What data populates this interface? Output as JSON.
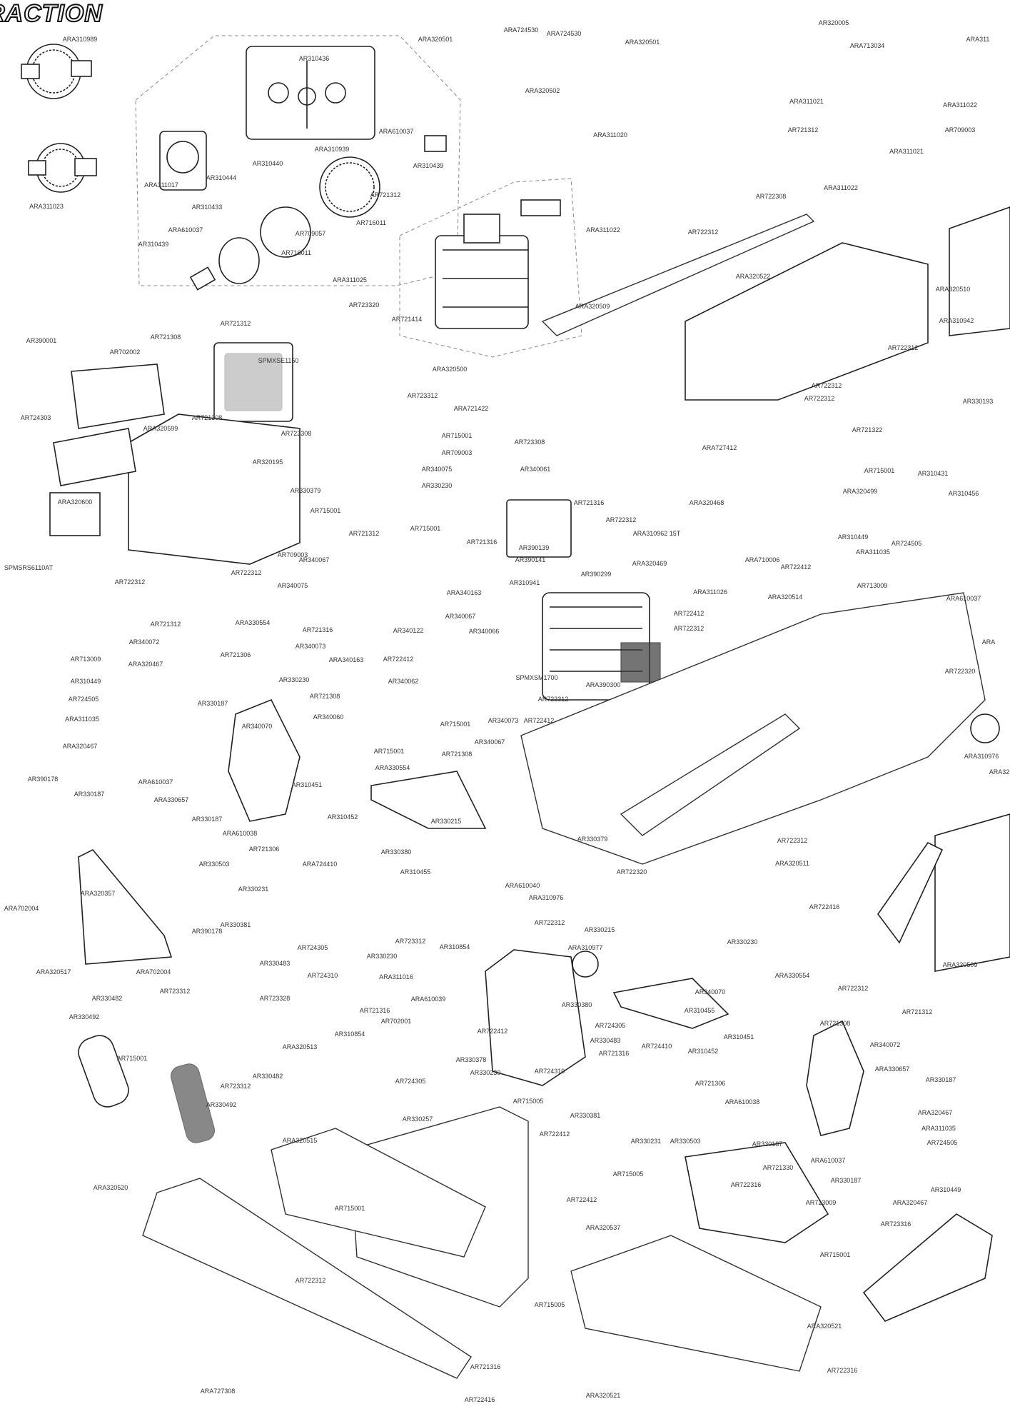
{
  "brand": {
    "text": "RACTION"
  },
  "callouts": [
    {
      "id": "c01",
      "text": "ARA310989"
    },
    {
      "id": "c02",
      "text": "ARA311023"
    },
    {
      "id": "c03",
      "text": "AR310436"
    },
    {
      "id": "c04",
      "text": "ARA311017"
    },
    {
      "id": "c05",
      "text": "ARA310939"
    },
    {
      "id": "c06",
      "text": "ARA610037"
    },
    {
      "id": "c07",
      "text": "AR310439"
    },
    {
      "id": "c08",
      "text": "AR310440"
    },
    {
      "id": "c09",
      "text": "AR310444"
    },
    {
      "id": "c10",
      "text": "AR310433"
    },
    {
      "id": "c11",
      "text": "ARA610037"
    },
    {
      "id": "c12",
      "text": "AR310439"
    },
    {
      "id": "c13",
      "text": "AR721312"
    },
    {
      "id": "c14",
      "text": "AR709057"
    },
    {
      "id": "c15",
      "text": "AR716011"
    },
    {
      "id": "c16",
      "text": "AR716011"
    },
    {
      "id": "c17",
      "text": "ARA320501"
    },
    {
      "id": "c18",
      "text": "ARA724530"
    },
    {
      "id": "c19",
      "text": "ARA724530"
    },
    {
      "id": "c20",
      "text": "ARA320501"
    },
    {
      "id": "c21",
      "text": "ARA320502"
    },
    {
      "id": "c22",
      "text": "AR320005"
    },
    {
      "id": "c23",
      "text": "ARA713034"
    },
    {
      "id": "c24",
      "text": "ARA311"
    },
    {
      "id": "c25",
      "text": "ARA311022"
    },
    {
      "id": "c26",
      "text": "AR709003"
    },
    {
      "id": "c27",
      "text": "ARA311021"
    },
    {
      "id": "c28",
      "text": "AR721312"
    },
    {
      "id": "c29",
      "text": "ARA311021"
    },
    {
      "id": "c30",
      "text": "ARA311020"
    },
    {
      "id": "c31",
      "text": "ARA311022"
    },
    {
      "id": "c32",
      "text": "AR722308"
    },
    {
      "id": "c33",
      "text": "ARA311022"
    },
    {
      "id": "c34",
      "text": "ARA311025"
    },
    {
      "id": "c35",
      "text": "AR722312"
    },
    {
      "id": "c36",
      "text": "ARA320522"
    },
    {
      "id": "c37",
      "text": "ARA320510"
    },
    {
      "id": "c38",
      "text": "ARA310942"
    },
    {
      "id": "c39",
      "text": "AR722312"
    },
    {
      "id": "c40",
      "text": "AR390001"
    },
    {
      "id": "c41",
      "text": "AR721308"
    },
    {
      "id": "c42",
      "text": "AR721312"
    },
    {
      "id": "c43",
      "text": "AR702002"
    },
    {
      "id": "c44",
      "text": "SPMXSE1150"
    },
    {
      "id": "c45",
      "text": "AR723320"
    },
    {
      "id": "c46",
      "text": "AR721414"
    },
    {
      "id": "c47",
      "text": "ARA320500"
    },
    {
      "id": "c48",
      "text": "ARA320509"
    },
    {
      "id": "c49",
      "text": "AR724303"
    },
    {
      "id": "c50",
      "text": "ARA320599"
    },
    {
      "id": "c51",
      "text": "AR723312"
    },
    {
      "id": "c52",
      "text": "ARA721422"
    },
    {
      "id": "c53",
      "text": "AR722312"
    },
    {
      "id": "c54",
      "text": "AR722312"
    },
    {
      "id": "c55",
      "text": "AR721308"
    },
    {
      "id": "c56",
      "text": "AR722308"
    },
    {
      "id": "c57",
      "text": "AR320195"
    },
    {
      "id": "c58",
      "text": "AR715001"
    },
    {
      "id": "c59",
      "text": "AR723308"
    },
    {
      "id": "c60",
      "text": "AR709003"
    },
    {
      "id": "c61",
      "text": "AR340075"
    },
    {
      "id": "c62",
      "text": "AR340061"
    },
    {
      "id": "c63",
      "text": "ARA727412"
    },
    {
      "id": "c64",
      "text": "AR721322"
    },
    {
      "id": "c65",
      "text": "AR330193"
    },
    {
      "id": "c66",
      "text": "AR715001"
    },
    {
      "id": "c67",
      "text": "AR310431"
    },
    {
      "id": "c68",
      "text": "ARA320600"
    },
    {
      "id": "c69",
      "text": "AR330379"
    },
    {
      "id": "c70",
      "text": "AR330230"
    },
    {
      "id": "c71",
      "text": "AR721316"
    },
    {
      "id": "c72",
      "text": "ARA320468"
    },
    {
      "id": "c73",
      "text": "ARA320499"
    },
    {
      "id": "c74",
      "text": "AR310456"
    },
    {
      "id": "c75",
      "text": "AR715001"
    },
    {
      "id": "c76",
      "text": "AR715001"
    },
    {
      "id": "c77",
      "text": "AR721312"
    },
    {
      "id": "c78",
      "text": "AR721316"
    },
    {
      "id": "c79",
      "text": "AR722312"
    },
    {
      "id": "c80",
      "text": "ARA310962 15T"
    },
    {
      "id": "c81",
      "text": "AR310449"
    },
    {
      "id": "c82",
      "text": "ARA311035"
    },
    {
      "id": "c83",
      "text": "SPMSRS6110AT"
    },
    {
      "id": "c84",
      "text": "AR722312"
    },
    {
      "id": "c85",
      "text": "AR722312"
    },
    {
      "id": "c86",
      "text": "AR709003"
    },
    {
      "id": "c87",
      "text": "AR340067"
    },
    {
      "id": "c88",
      "text": "AR390139"
    },
    {
      "id": "c89",
      "text": "AR390141"
    },
    {
      "id": "c90",
      "text": "AR390299"
    },
    {
      "id": "c91",
      "text": "ARA320469"
    },
    {
      "id": "c92",
      "text": "ARA710006"
    },
    {
      "id": "c93",
      "text": "AR722412"
    },
    {
      "id": "c94",
      "text": "AR724505"
    },
    {
      "id": "c95",
      "text": "AR713009"
    },
    {
      "id": "c96",
      "text": "ARA610037"
    },
    {
      "id": "c97",
      "text": "AR340075"
    },
    {
      "id": "c98",
      "text": "ARA340163"
    },
    {
      "id": "c99",
      "text": "AR310941"
    },
    {
      "id": "c100",
      "text": "ARA311026"
    },
    {
      "id": "c101",
      "text": "ARA320514"
    },
    {
      "id": "c102",
      "text": "AR722412"
    },
    {
      "id": "c103",
      "text": "AR722312"
    },
    {
      "id": "c104",
      "text": "AR721312"
    },
    {
      "id": "c105",
      "text": "ARA330554"
    },
    {
      "id": "c106",
      "text": "AR340067"
    },
    {
      "id": "c107",
      "text": "AR340072"
    },
    {
      "id": "c108",
      "text": "AR721316"
    },
    {
      "id": "c109",
      "text": "AR340073"
    },
    {
      "id": "c110",
      "text": "AR340122"
    },
    {
      "id": "c111",
      "text": "AR340066"
    },
    {
      "id": "c112",
      "text": "ARA"
    },
    {
      "id": "c113",
      "text": "AR713009"
    },
    {
      "id": "c114",
      "text": "ARA320467"
    },
    {
      "id": "c115",
      "text": "AR721306"
    },
    {
      "id": "c116",
      "text": "ARA340163"
    },
    {
      "id": "c117",
      "text": "AR722412"
    },
    {
      "id": "c118",
      "text": "SPMXSM1700"
    },
    {
      "id": "c119",
      "text": "ARA390300"
    },
    {
      "id": "c120",
      "text": "AR722320"
    },
    {
      "id": "c121",
      "text": "AR310449"
    },
    {
      "id": "c122",
      "text": "AR330230"
    },
    {
      "id": "c123",
      "text": "AR721308"
    },
    {
      "id": "c124",
      "text": "AR340062"
    },
    {
      "id": "c125",
      "text": "AR722312"
    },
    {
      "id": "c126",
      "text": "AR724505"
    },
    {
      "id": "c127",
      "text": "AR330187"
    },
    {
      "id": "c128",
      "text": "AR340060"
    },
    {
      "id": "c129",
      "text": "AR715001"
    },
    {
      "id": "c130",
      "text": "AR340073"
    },
    {
      "id": "c131",
      "text": "AR722412"
    },
    {
      "id": "c132",
      "text": "ARA311035"
    },
    {
      "id": "c133",
      "text": "AR340070"
    },
    {
      "id": "c134",
      "text": "AR340067"
    },
    {
      "id": "c135",
      "text": "ARA310976"
    },
    {
      "id": "c136",
      "text": "ARA320467"
    },
    {
      "id": "c137",
      "text": "AR715001"
    },
    {
      "id": "c138",
      "text": "AR721308"
    },
    {
      "id": "c139",
      "text": "ARA330554"
    },
    {
      "id": "c140",
      "text": "ARA610037"
    },
    {
      "id": "c141",
      "text": "AR390178"
    },
    {
      "id": "c142",
      "text": "AR330187"
    },
    {
      "id": "c143",
      "text": "ARA330657"
    },
    {
      "id": "c144",
      "text": "AR310451"
    },
    {
      "id": "c145",
      "text": "AR310452"
    },
    {
      "id": "c146",
      "text": "AR330187"
    },
    {
      "id": "c147",
      "text": "ARA610038"
    },
    {
      "id": "c148",
      "text": "AR330215"
    },
    {
      "id": "c149",
      "text": "ARA32"
    },
    {
      "id": "c150",
      "text": "AR722312"
    },
    {
      "id": "c151",
      "text": "AR721306"
    },
    {
      "id": "c152",
      "text": "AR330380"
    },
    {
      "id": "c153",
      "text": "AR330379"
    },
    {
      "id": "c154",
      "text": "ARA320511"
    },
    {
      "id": "c155",
      "text": "AR330503"
    },
    {
      "id": "c156",
      "text": "ARA724410"
    },
    {
      "id": "c157",
      "text": "AR310455"
    },
    {
      "id": "c158",
      "text": "ARA610040"
    },
    {
      "id": "c159",
      "text": "AR722320"
    },
    {
      "id": "c160",
      "text": "AR330231"
    },
    {
      "id": "c161",
      "text": "ARA320357"
    },
    {
      "id": "c162",
      "text": "ARA310976"
    },
    {
      "id": "c163",
      "text": "AR722416"
    },
    {
      "id": "c164",
      "text": "ARA702004"
    },
    {
      "id": "c165",
      "text": "AR390178"
    },
    {
      "id": "c166",
      "text": "AR722312"
    },
    {
      "id": "c167",
      "text": "AR330381"
    },
    {
      "id": "c168",
      "text": "AR723312"
    },
    {
      "id": "c169",
      "text": "AR330215"
    },
    {
      "id": "c170",
      "text": "AR724305"
    },
    {
      "id": "c171",
      "text": "AR310854"
    },
    {
      "id": "c172",
      "text": "ARA310977"
    },
    {
      "id": "c173",
      "text": "AR330230"
    },
    {
      "id": "c174",
      "text": "AR330230"
    },
    {
      "id": "c175",
      "text": "AR330483"
    },
    {
      "id": "c176",
      "text": "ARA330554"
    },
    {
      "id": "c177",
      "text": "ARA320509"
    },
    {
      "id": "c178",
      "text": "ARA320517"
    },
    {
      "id": "c179",
      "text": "ARA702004"
    },
    {
      "id": "c180",
      "text": "AR724310"
    },
    {
      "id": "c181",
      "text": "ARA311016"
    },
    {
      "id": "c182",
      "text": "AR722312"
    },
    {
      "id": "c183",
      "text": "AR723312"
    },
    {
      "id": "c184",
      "text": "AR723328"
    },
    {
      "id": "c185",
      "text": "ARA610039"
    },
    {
      "id": "c186",
      "text": "AR340070"
    },
    {
      "id": "c187",
      "text": "AR721312"
    },
    {
      "id": "c188",
      "text": "AR330482"
    },
    {
      "id": "c189",
      "text": "AR721316"
    },
    {
      "id": "c190",
      "text": "AR330380"
    },
    {
      "id": "c191",
      "text": "AR721308"
    },
    {
      "id": "c192",
      "text": "AR330492"
    },
    {
      "id": "c193",
      "text": "AR702001"
    },
    {
      "id": "c194",
      "text": "AR724305"
    },
    {
      "id": "c195",
      "text": "AR310455"
    },
    {
      "id": "c196",
      "text": "AR715001"
    },
    {
      "id": "c197",
      "text": "AR310854"
    },
    {
      "id": "c198",
      "text": "ARA320513"
    },
    {
      "id": "c199",
      "text": "AR722412"
    },
    {
      "id": "c200",
      "text": "AR330483"
    },
    {
      "id": "c201",
      "text": "AR724410"
    },
    {
      "id": "c202",
      "text": "AR310451"
    },
    {
      "id": "c203",
      "text": "AR340072"
    },
    {
      "id": "c204",
      "text": "AR330482"
    },
    {
      "id": "c205",
      "text": "AR330378"
    },
    {
      "id": "c206",
      "text": "AR721316"
    },
    {
      "id": "c207",
      "text": "AR310452"
    },
    {
      "id": "c208",
      "text": "ARA330657"
    },
    {
      "id": "c209",
      "text": "AR330187"
    },
    {
      "id": "c210",
      "text": "AR723312"
    },
    {
      "id": "c211",
      "text": "AR724305"
    },
    {
      "id": "c212",
      "text": "AR330230"
    },
    {
      "id": "c213",
      "text": "AR724310"
    },
    {
      "id": "c214",
      "text": "AR721306"
    },
    {
      "id": "c215",
      "text": "ARA610038"
    },
    {
      "id": "c216",
      "text": "AR330492"
    },
    {
      "id": "c217",
      "text": "AR715005"
    },
    {
      "id": "c218",
      "text": "ARA320467"
    },
    {
      "id": "c219",
      "text": "ARA311035"
    },
    {
      "id": "c220",
      "text": "AR330257"
    },
    {
      "id": "c221",
      "text": "AR330381"
    },
    {
      "id": "c222",
      "text": "AR330231"
    },
    {
      "id": "c223",
      "text": "AR330503"
    },
    {
      "id": "c224",
      "text": "AR724505"
    },
    {
      "id": "c225",
      "text": "ARA320515"
    },
    {
      "id": "c226",
      "text": "AR722412"
    },
    {
      "id": "c227",
      "text": "AR330187"
    },
    {
      "id": "c228",
      "text": "AR721330"
    },
    {
      "id": "c229",
      "text": "ARA610037"
    },
    {
      "id": "c230",
      "text": "AR715005"
    },
    {
      "id": "c231",
      "text": "AR722316"
    },
    {
      "id": "c232",
      "text": "AR330187"
    },
    {
      "id": "c233",
      "text": "AR310449"
    },
    {
      "id": "c234",
      "text": "ARA320520"
    },
    {
      "id": "c235",
      "text": "AR722412"
    },
    {
      "id": "c236",
      "text": "AR713009"
    },
    {
      "id": "c237",
      "text": "ARA320467"
    },
    {
      "id": "c238",
      "text": "AR715001"
    },
    {
      "id": "c239",
      "text": "ARA320537"
    },
    {
      "id": "c240",
      "text": "AR723316"
    },
    {
      "id": "c241",
      "text": "AR715001"
    },
    {
      "id": "c242",
      "text": "AR722312"
    },
    {
      "id": "c243",
      "text": "AR715005"
    },
    {
      "id": "c244",
      "text": "ARA320521"
    },
    {
      "id": "c245",
      "text": "AR721316"
    },
    {
      "id": "c246",
      "text": "ARA320521"
    },
    {
      "id": "c247",
      "text": "AR722316"
    },
    {
      "id": "c248",
      "text": "ARA727308"
    },
    {
      "id": "c249",
      "text": "AR722416"
    }
  ]
}
